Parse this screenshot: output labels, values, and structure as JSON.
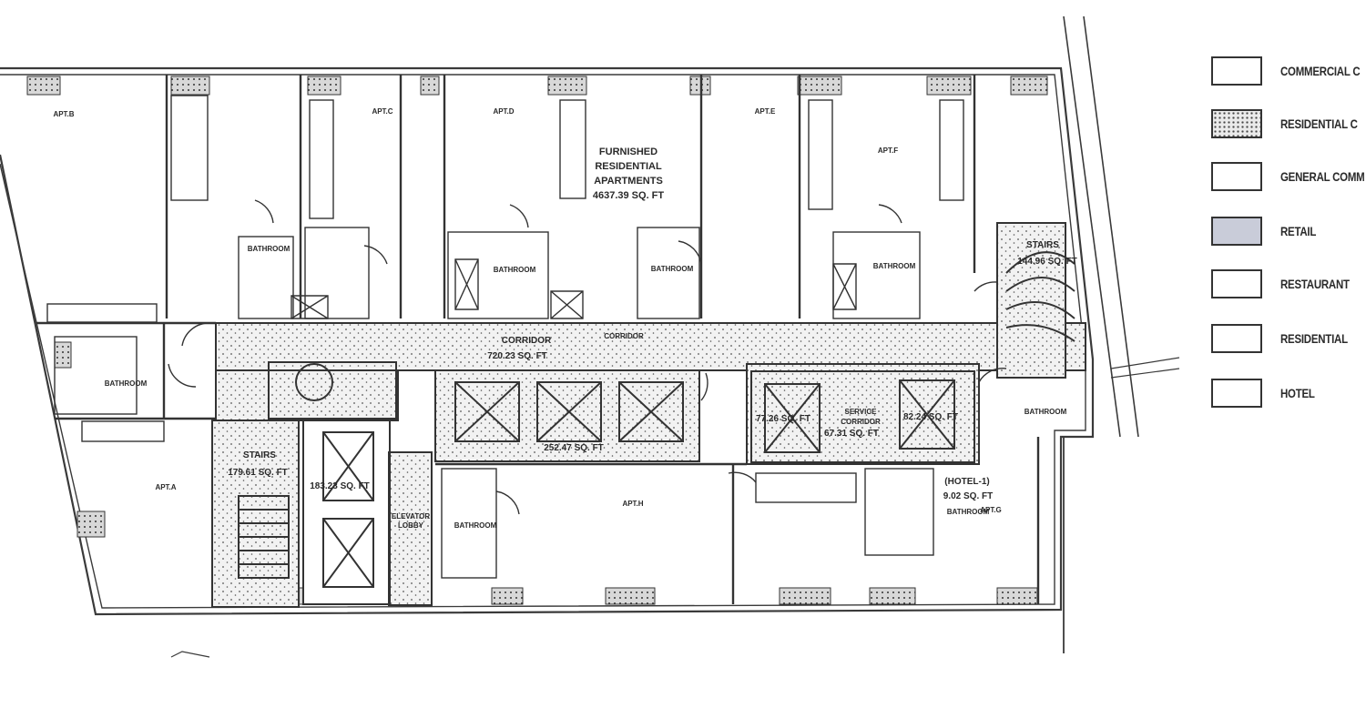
{
  "labels": {
    "apt_b": "APT.B",
    "apt_c": "APT.C",
    "apt_d": "APT.D",
    "apt_e": "APT.E",
    "apt_f": "APT.F",
    "apt_a": "APT.A",
    "apt_h": "APT.H",
    "apt_g": "APT.G",
    "furnished_1": "FURNISHED",
    "furnished_2": "RESIDENTIAL",
    "furnished_3": "APARTMENTS",
    "furnished_area": "4637.39 SQ. FT",
    "corridor": "CORRIDOR",
    "corridor_area": "720.23 SQ. FT",
    "corridor_2": "CORRIDOR",
    "stairs_left": "STAIRS",
    "stairs_left_area": "179.61 SQ. FT",
    "stairs_right": "STAIRS",
    "stairs_right_area": "144.96 SQ. FT",
    "elevator_area": "183.23 SQ. FT",
    "elevator_lobby_1": "ELEVATOR",
    "elevator_lobby_2": "LOBBY",
    "shaft_area": "252.47 SQ. FT",
    "shaft2_area": "77.26 SQ. FT",
    "shaft3_area": "82.24 SQ. FT",
    "service_corridor_1": "SERVICE",
    "service_corridor_2": "CORRIDOR",
    "service_corridor_area": "67.31 SQ. FT",
    "hotel": "(HOTEL-1)",
    "hotel_area": "9.02 SQ. FT",
    "bathroom_1": "BATHROOM",
    "bathroom_2": "BATHROOM",
    "bathroom_3": "BATHROOM",
    "bathroom_4": "BATHROOM",
    "bathroom_5": "BATHROOM",
    "bathroom_6": "BATHROOM",
    "bathroom_7": "BATHROOM",
    "bathroom_8": "BATHROOM"
  },
  "legend": [
    {
      "label": "COMMERCIAL C",
      "fill": "none"
    },
    {
      "label": "RESIDENTIAL C",
      "fill": "dots"
    },
    {
      "label": "GENERAL COMM",
      "fill": "none"
    },
    {
      "label": "RETAIL",
      "fill": "retail"
    },
    {
      "label": "RESTAURANT",
      "fill": "none"
    },
    {
      "label": "RESIDENTIAL",
      "fill": "none"
    },
    {
      "label": "HOTEL",
      "fill": "none"
    }
  ],
  "colors": {
    "line": "#3a3a3a",
    "retail": "#c9ccd9",
    "stipple": "#444444"
  }
}
